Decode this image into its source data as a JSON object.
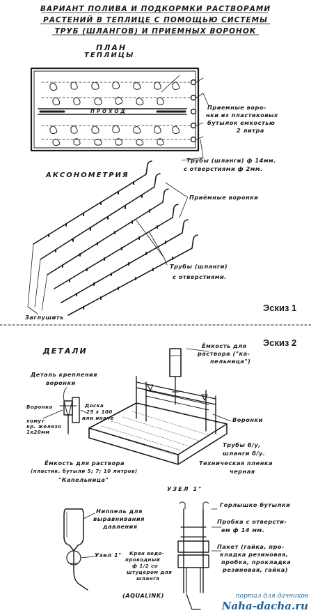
{
  "title": {
    "line1": "ВАРИАНТ ПОЛИВА И ПОДКОРМКИ РАСТВОРАМИ",
    "line2": "РАСТЕНИЙ В ТЕПЛИЦЕ С ПОМОЩЬЮ СИСТЕМЫ",
    "line3": "ТРУБ (ШЛАНГОВ) И ПРИЕМНЫХ ВОРОНОК"
  },
  "plan": {
    "heading1": "ПЛАН",
    "heading2": "ТЕПЛИЦЫ",
    "aisle": "ПРОХОД",
    "funnels_l1": "Приемные воро-",
    "funnels_l2": "нки из пластиковых",
    "funnels_l3": "бутылок емкостью",
    "funnels_l4": "2 литра",
    "pipes_l1": "Трубы (шланги) ф 14мм.",
    "pipes_l2": "с отверстиями ф 2мм."
  },
  "axon": {
    "heading": "АКСОНОМЕТРИЯ",
    "funnels": "Приёмные воронки",
    "pipes_l1": "Трубы (шланги)",
    "pipes_l2": "с отверстиями.",
    "plug": "Заглушить",
    "sketch": "Эскиз 1"
  },
  "details": {
    "heading": "ДЕТАЛИ",
    "sketch": "Эскиз 2",
    "mount_l1": "Деталь крепления",
    "mount_l2": "воронки",
    "funnel": "Воронка",
    "clamp_l1": "хомут",
    "clamp_l2": "кр. железо",
    "clamp_l3": "1х20мм",
    "board_l1": "Доска",
    "board_l2": "25 х 100",
    "board_l3": "или иначе",
    "tank_l1": "Ёмкость для",
    "tank_l2": "раствора (\"ка-",
    "tank_l3": "пельница\")",
    "funnels2": "Воронки",
    "pipes_l1": "Трубы б/у,",
    "pipes_l2": "шланги б/у.",
    "film_l1": "Техническая пленка",
    "film_l2": "черная",
    "tank2_l1": "Ёмкость для раствора",
    "tank2_l2": "(пластик. бутыли 5; 7; 10 литров)",
    "tank2_l3": "\"Капельница\"",
    "node_title": "УЗЕЛ 1\"",
    "nipple_l1": "Ниппель для",
    "nipple_l2": "выравнивания",
    "nipple_l3": "давления",
    "node_ref": "Узел 1\"",
    "faucet_l1": "Кран водо-",
    "faucet_l2": "проводный",
    "faucet_l3": "ф 1/2 со",
    "faucet_l4": "штуцером для",
    "faucet_l5": "шланга",
    "faucet_l6": "(AQUALINK)",
    "neck": "Горлышко бутылки",
    "cork_l1": "Пробка с отверсти-",
    "cork_l2": "ем ф 14 мм.",
    "pack_l1": "Пакет (гайка, про-",
    "pack_l2": "кладка резиновая,",
    "pack_l3": "пробка, прокладка",
    "pack_l4": "резиновая, гайка)"
  },
  "watermark": {
    "small": "портал для дачников",
    "big": "Naha-dacha.ru"
  }
}
